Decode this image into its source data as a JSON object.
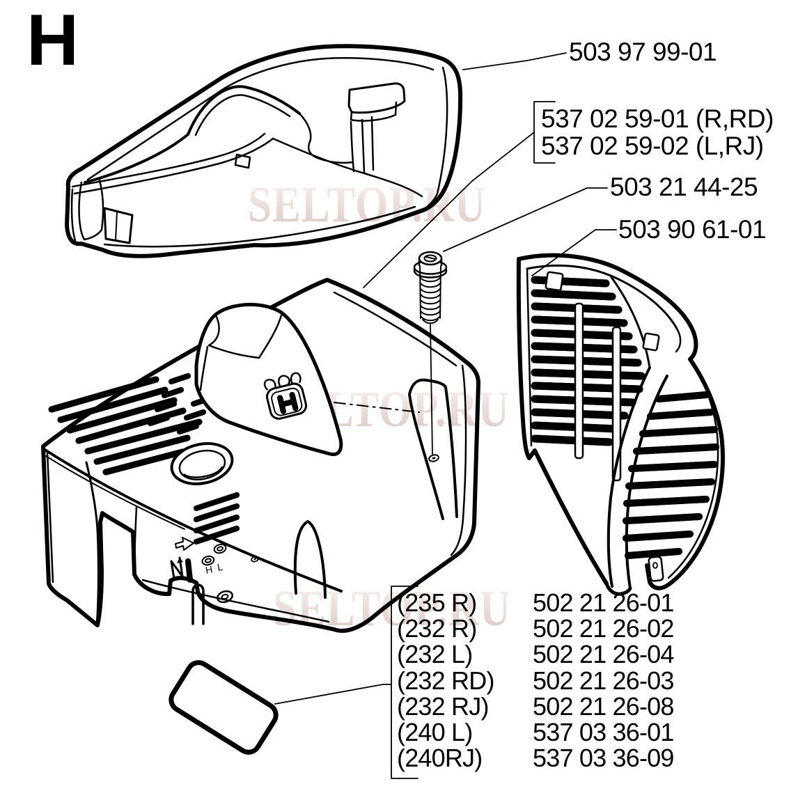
{
  "page": {
    "section_letter": "H",
    "background_color": "#ffffff",
    "line_color": "#000000"
  },
  "watermark": {
    "text": "SELTOP.RU",
    "color_top": "#f7f2f0",
    "color_bottom": "#d9c7c3"
  },
  "callouts": {
    "top_cover": "503 97 99-01",
    "engine_cover_right": "537 02 59-01 (R,RD)",
    "engine_cover_left": "537 02 59-02 (L,RJ)",
    "screw": "503 21 44-25",
    "grille_cover": "503 90 61-01"
  },
  "cover_markings": {
    "high": "H",
    "low": "L"
  },
  "decal_table": {
    "rows": [
      {
        "model": "(235 R)",
        "part_number": "502 21 26-01"
      },
      {
        "model": "(232 R)",
        "part_number": "502 21 26-02"
      },
      {
        "model": "(232 L)",
        "part_number": "502 21 26-04"
      },
      {
        "model": "(232 RD)",
        "part_number": "502 21 26-03"
      },
      {
        "model": "(232 RJ)",
        "part_number": "502 21 26-08"
      },
      {
        "model": "(240 L)",
        "part_number": "537 03 36-01"
      },
      {
        "model": "(240RJ)",
        "part_number": "537 03 36-09"
      }
    ]
  }
}
